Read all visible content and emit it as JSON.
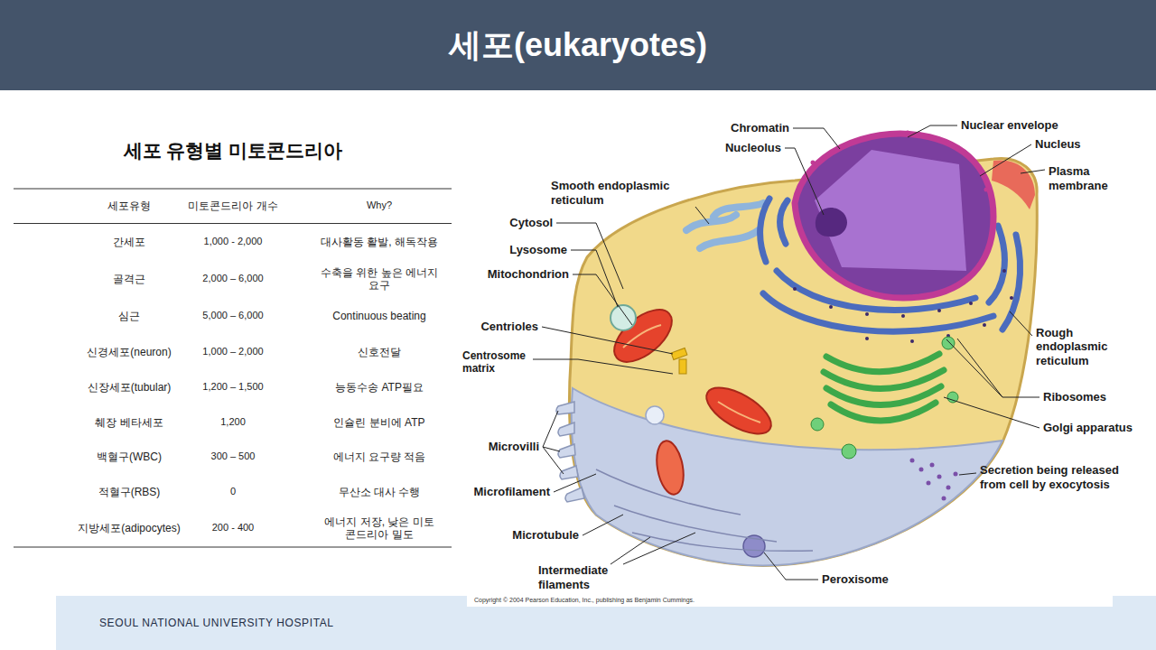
{
  "diagram": {
    "title": "세포(eukaryotes)",
    "labels": [
      "세포 유형별 미토콘드리아",
      "세포유형",
      "미토콘드리아 개수",
      "Why?",
      "간세포",
      "1,000 - 2,000",
      "대사활동 활발, 해독작용",
      "골격근",
      "2,000 – 6,000",
      "수축을 위한 높은 에너지 요구",
      "심근",
      "5,000 – 6,000",
      "Continuous beating",
      "신경세포(neuron)",
      "1,000 – 2,000",
      "신호전달",
      "신장세포(tubular)",
      "1,200 – 1,500",
      "능동수송 ATP필요",
      "췌장 베타세포",
      "1,200",
      "인슐린 분비에 ATP",
      "백혈구(WBC)",
      "300 – 500",
      "에너지 요구량 적음",
      "적혈구(RBS)",
      "0",
      "무산소 대사 수행",
      "지방세포(adipocytes)",
      "200 - 400",
      "에너지 저장, 낮은 미토콘드리아 밀도",
      "Chromatin",
      "Nucleolus",
      "Smooth endoplasmic reticulum",
      "Cytosol",
      "Lysosome",
      "Mitochondrion",
      "Centrioles",
      "Centrosome matrix",
      "Microvilli",
      "Microfilament",
      "Microtubule",
      "Intermediate filaments",
      "Nuclear envelope",
      "Nucleus",
      "Plasma membrane",
      "Rough endoplasmic reticulum",
      "Ribosomes",
      "Golgi apparatus",
      "Secretion being released from cell by exocytosis",
      "Peroxisome",
      "Copyright © 2004 Pearson Education, Inc., publishing as Benjamin Cummings.",
      "SEOUL NATIONAL UNIVERSITY HOSPITAL"
    ]
  }
}
